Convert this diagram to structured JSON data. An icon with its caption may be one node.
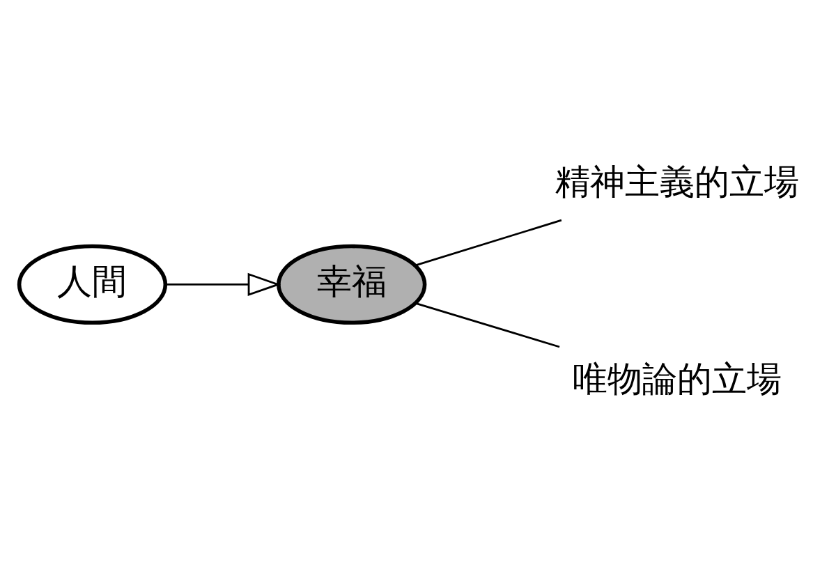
{
  "diagram": {
    "nodes": [
      {
        "text": [
          "人間"
        ]
      },
      {
        "text": [
          "幸福"
        ]
      },
      {
        "text": [
          "精神主義的立場"
        ]
      },
      {
        "text": [
          "唯物論的立場"
        ]
      }
    ],
    "edges": [
      {
        "from": 0,
        "to": 1,
        "arrow": "to"
      },
      {
        "from": 1,
        "to": 2,
        "arrow": "none"
      },
      {
        "from": 1,
        "to": 3,
        "arrow": "none"
      }
    ]
  }
}
